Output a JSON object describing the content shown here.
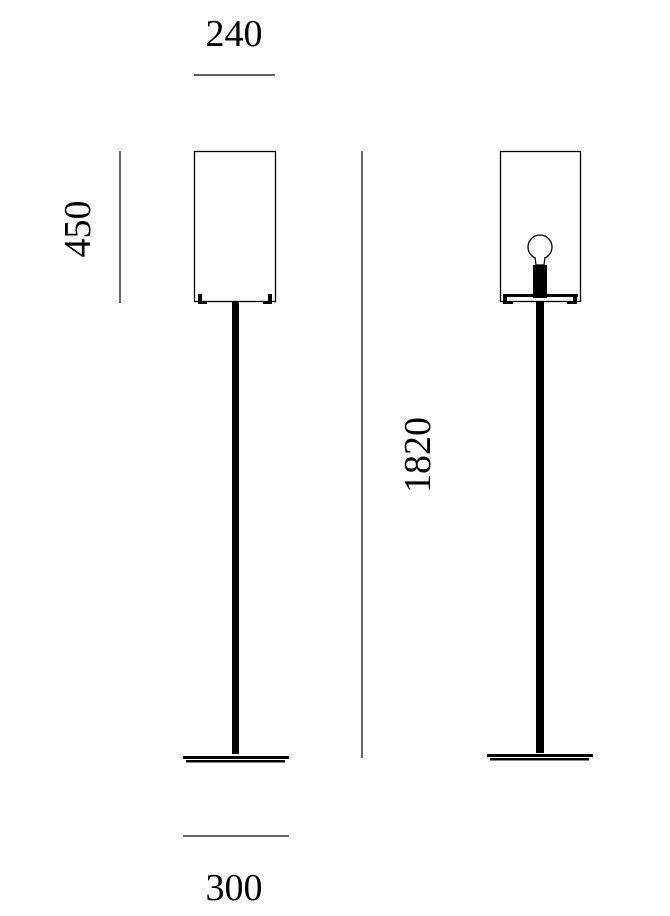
{
  "title": "Floor lamp dimension drawing",
  "dimensions": {
    "shade_width": "240",
    "shade_height": "450",
    "total_height": "1820",
    "base_width": "300"
  },
  "colors": {
    "line": "#000000",
    "background": "#ffffff"
  }
}
